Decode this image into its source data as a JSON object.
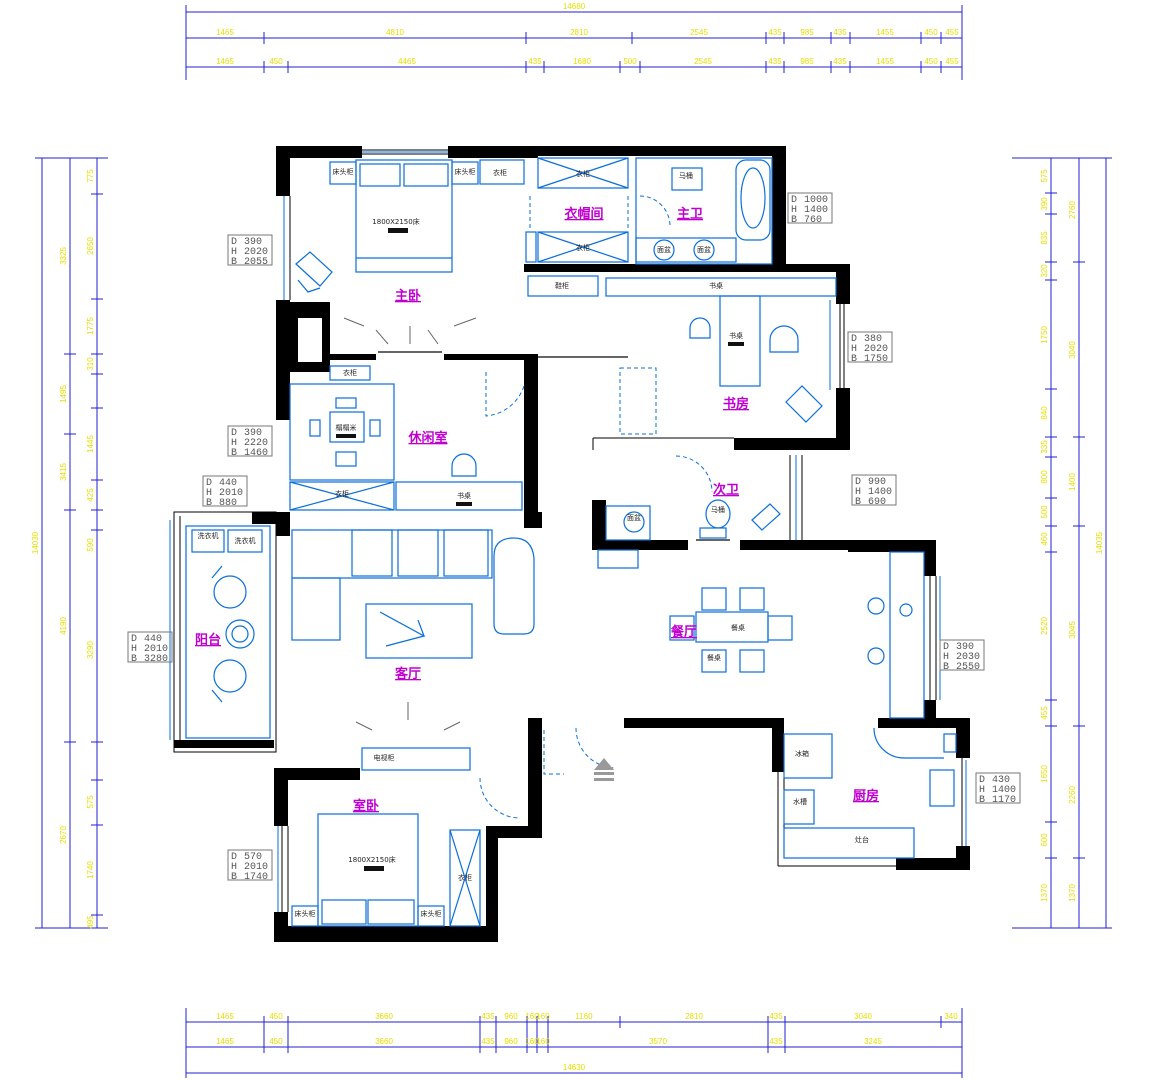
{
  "colors": {
    "wall": "#000000",
    "furniture": "#0a6fd8",
    "dimension_line": "#2020d0",
    "dimension_text": "#e6e000",
    "room_label": "#c000d0",
    "spec_box": "#777777"
  },
  "dimensions": {
    "top_total": "14680",
    "top_row1": [
      "1465",
      "4810",
      "2810",
      "2545",
      "435",
      "985",
      "435",
      "1455",
      "450",
      "455"
    ],
    "top_row2": [
      "1465",
      "450",
      "4465",
      "435",
      "1680",
      "500",
      "2545",
      "435",
      "985",
      "435",
      "1455",
      "450",
      "455"
    ],
    "bottom_row1": [
      "1465",
      "450",
      "3660",
      "435",
      "960",
      "160",
      "160",
      "1160",
      "2810",
      "435",
      "3040",
      "340"
    ],
    "bottom_row2": [
      "1465",
      "450",
      "3660",
      "435",
      "960",
      "160",
      "160",
      "3570",
      "435",
      "3245"
    ],
    "bottom_total": "14630",
    "left_total": "14030",
    "left_outer": [
      "3325",
      "1495",
      "3415",
      "4190",
      "2670"
    ],
    "left_inner": [
      "775",
      "2650",
      "1775",
      "310",
      "1445",
      "425",
      "590",
      "3290",
      "575",
      "1740",
      "495"
    ],
    "right_total": "14035",
    "right_outer": [
      "2760",
      "3040",
      "1400",
      "3045",
      "2260",
      "1370"
    ],
    "right_inner": [
      "575",
      "390",
      "835",
      "320",
      "1750",
      "840",
      "335",
      "800",
      "500",
      "460",
      "2520",
      "455",
      "1650",
      "600",
      "1370"
    ]
  },
  "rooms": {
    "master_bedroom": "主卧",
    "walk_in_closet": "衣帽间",
    "master_bath": "主卫",
    "study": "书房",
    "lounge": "休闲室",
    "second_bath": "次卫",
    "balcony": "阳台",
    "living_room": "客厅",
    "dining_room": "餐厅",
    "second_bedroom": "室卧",
    "kitchen": "厨房"
  },
  "furniture_labels": {
    "bed_master": "1800X2150床",
    "bed_second": "1800X2150床",
    "nightstand": "床头柜",
    "wardrobe": "衣柜",
    "desk": "书桌",
    "tatami": "榻榻米",
    "washer": "洗衣机",
    "toilet": "马桶",
    "basin": "面盆",
    "tv_cabinet": "电视柜",
    "dining_table": "餐桌",
    "fridge": "冰箱",
    "sink": "水槽",
    "stove": "灶台",
    "shoe_cabinet": "鞋柜"
  },
  "specs": [
    {
      "id": "spec-master",
      "d": "390",
      "h": "2020",
      "b": "2055"
    },
    {
      "id": "spec-bath",
      "d": "1000",
      "h": "1400",
      "b": "760"
    },
    {
      "id": "spec-study",
      "d": "380",
      "h": "2020",
      "b": "1750"
    },
    {
      "id": "spec-lounge",
      "d": "390",
      "h": "2220",
      "b": "1460"
    },
    {
      "id": "spec-balcony-top",
      "d": "440",
      "h": "2010",
      "b": "880"
    },
    {
      "id": "spec-second-bath",
      "d": "990",
      "h": "1400",
      "b": "690"
    },
    {
      "id": "spec-balcony",
      "d": "440",
      "h": "2010",
      "b": "3280"
    },
    {
      "id": "spec-dining",
      "d": "390",
      "h": "2030",
      "b": "2550"
    },
    {
      "id": "spec-kitchen",
      "d": "430",
      "h": "1400",
      "b": "1170"
    },
    {
      "id": "spec-second-bed",
      "d": "570",
      "h": "2010",
      "b": "1740"
    }
  ]
}
